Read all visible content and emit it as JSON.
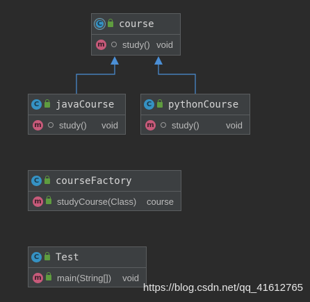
{
  "classes": {
    "course": {
      "name": "course",
      "method": "study()",
      "return_type": "void"
    },
    "java": {
      "name": "javaCourse",
      "method": "study()",
      "return_type": "void"
    },
    "python": {
      "name": "pythonCourse",
      "method": "study()",
      "return_type": "void"
    },
    "factory": {
      "name": "courseFactory",
      "method": "studyCourse(Class)",
      "return_type": "course"
    },
    "test": {
      "name": "Test",
      "method": "main(String[])",
      "return_type": "void"
    }
  },
  "icons": {
    "class_letter": "C",
    "method_letter": "m"
  },
  "colors": {
    "background": "#2b2b2b",
    "box": "#3c3f41",
    "arrow": "#4b8fd6",
    "class_icon": "#3592c4",
    "method_icon": "#c75a7a",
    "lock_icon": "#5f9c3f"
  },
  "watermark": "https://blog.csdn.net/qq_41612765"
}
